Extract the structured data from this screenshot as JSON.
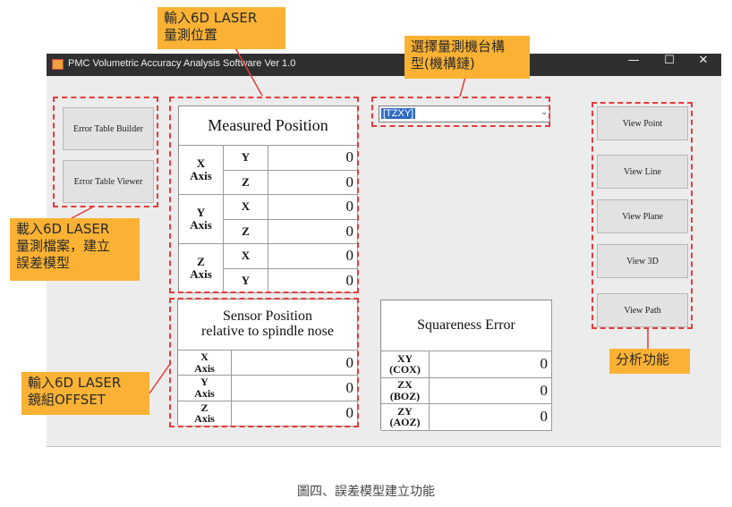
{
  "window": {
    "title": "PMC Volumetric Accuracy Analysis Software Ver 1.0",
    "minimize_glyph": "—",
    "maximize_glyph": "☐",
    "close_glyph": "✕"
  },
  "left_buttons": [
    "Error Table Builder",
    "Error Table Viewer"
  ],
  "measured_position": {
    "title": "Measured Position",
    "groups": [
      {
        "axis": "X\nAxis",
        "rows": [
          {
            "sub": "Y",
            "value": "0"
          },
          {
            "sub": "Z",
            "value": "0"
          }
        ]
      },
      {
        "axis": "Y\nAxis",
        "rows": [
          {
            "sub": "X",
            "value": "0"
          },
          {
            "sub": "Z",
            "value": "0"
          }
        ]
      },
      {
        "axis": "Z\nAxis",
        "rows": [
          {
            "sub": "X",
            "value": "0"
          },
          {
            "sub": "Y",
            "value": "0"
          }
        ]
      }
    ]
  },
  "machine_type": {
    "selected": "[TZXY]"
  },
  "sensor_position": {
    "title": "Sensor Position\nrelative to spindle nose",
    "rows": [
      {
        "label": "X\nAxis",
        "value": "0"
      },
      {
        "label": "Y\nAxis",
        "value": "0"
      },
      {
        "label": "Z\nAxis",
        "value": "0"
      }
    ]
  },
  "squareness_error": {
    "title": "Squareness Error",
    "rows": [
      {
        "label": "XY\n(COX)",
        "value": "0"
      },
      {
        "label": "ZX\n(BOZ)",
        "value": "0"
      },
      {
        "label": "ZY\n(AOZ)",
        "value": "0"
      }
    ]
  },
  "view_buttons": [
    "View Point",
    "View Line",
    "View Plane",
    "View 3D",
    "View Path"
  ],
  "annotations": {
    "input_laser": "輸入6D LASER\n量測位置",
    "select_machine": "選擇量測機台構\n型(機構鏈)",
    "load_laser": "載入6D LASER\n量測檔案，建立\n誤差模型",
    "input_offset": "輸入6D LASER\n鏡組OFFSET",
    "analysis": "分析功能"
  },
  "caption": "圖四、誤差模型建立功能",
  "colors": {
    "annotation_fill": "#fbb234",
    "dash_red": "#e83a3a",
    "titlebar": "#2f2f2f"
  }
}
